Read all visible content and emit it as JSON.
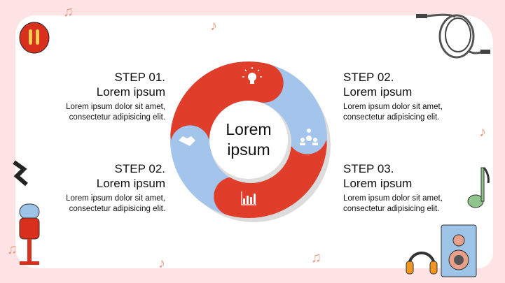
{
  "center": {
    "line1": "Lorem",
    "line2": "ipsum"
  },
  "steps": [
    {
      "title": "STEP 01.",
      "subtitle": "Lorem ipsum",
      "desc1": "Lorem ipsum dolor sit amet,",
      "desc2": "consectetur adipisicing elit."
    },
    {
      "title": "STEP 02.",
      "subtitle": "Lorem ipsum",
      "desc1": "Lorem ipsum dolor sit amet,",
      "desc2": "consectetur adipisicing elit."
    },
    {
      "title": "STEP 02.",
      "subtitle": "Lorem ipsum",
      "desc1": "Lorem ipsum dolor sit amet,",
      "desc2": "consectetur adipisicing elit."
    },
    {
      "title": "STEP 03.",
      "subtitle": "Lorem ipsum",
      "desc1": "Lorem ipsum dolor sit amet,",
      "desc2": "consectetur adipisicing elit."
    }
  ],
  "colors": {
    "red": "#e03e2a",
    "blue": "#a3c4eb",
    "background": "#fde3e4"
  },
  "icons": [
    "lightbulb-icon",
    "team-idea-icon",
    "bar-chart-icon",
    "handshake-icon"
  ]
}
